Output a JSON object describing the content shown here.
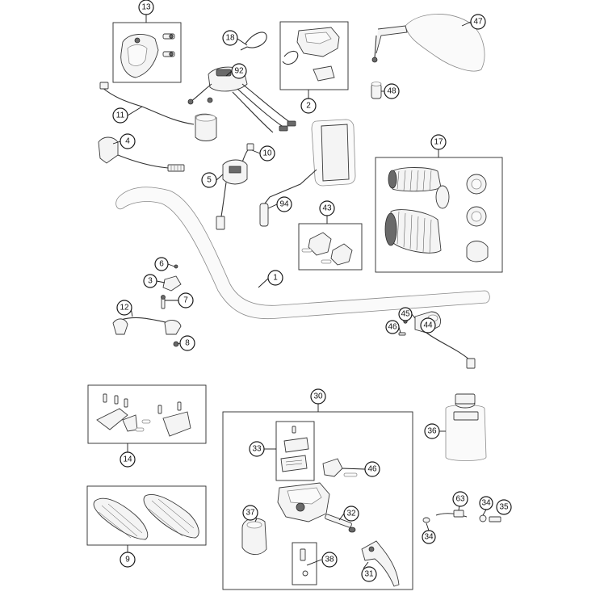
{
  "diagram": {
    "callouts": [
      {
        "id": "c13",
        "label": "13"
      },
      {
        "id": "c18",
        "label": "18"
      },
      {
        "id": "c92",
        "label": "92"
      },
      {
        "id": "c2",
        "label": "2"
      },
      {
        "id": "c47",
        "label": "47"
      },
      {
        "id": "c48",
        "label": "48"
      },
      {
        "id": "c11",
        "label": "11"
      },
      {
        "id": "c4",
        "label": "4"
      },
      {
        "id": "c10",
        "label": "10"
      },
      {
        "id": "c5",
        "label": "5"
      },
      {
        "id": "c94",
        "label": "94"
      },
      {
        "id": "c17",
        "label": "17"
      },
      {
        "id": "c43",
        "label": "43"
      },
      {
        "id": "c6",
        "label": "6"
      },
      {
        "id": "c3",
        "label": "3"
      },
      {
        "id": "c1",
        "label": "1"
      },
      {
        "id": "c7",
        "label": "7"
      },
      {
        "id": "c12",
        "label": "12"
      },
      {
        "id": "c8",
        "label": "8"
      },
      {
        "id": "c45",
        "label": "45"
      },
      {
        "id": "c46a",
        "label": "46"
      },
      {
        "id": "c44",
        "label": "44"
      },
      {
        "id": "c30",
        "label": "30"
      },
      {
        "id": "c14",
        "label": "14"
      },
      {
        "id": "c33",
        "label": "33"
      },
      {
        "id": "c46b",
        "label": "46"
      },
      {
        "id": "c36",
        "label": "36"
      },
      {
        "id": "c9",
        "label": "9"
      },
      {
        "id": "c37",
        "label": "37"
      },
      {
        "id": "c32",
        "label": "32"
      },
      {
        "id": "c63",
        "label": "63"
      },
      {
        "id": "c34a",
        "label": "34"
      },
      {
        "id": "c35",
        "label": "35"
      },
      {
        "id": "c34b",
        "label": "34"
      },
      {
        "id": "c38",
        "label": "38"
      },
      {
        "id": "c31",
        "label": "31"
      }
    ]
  }
}
